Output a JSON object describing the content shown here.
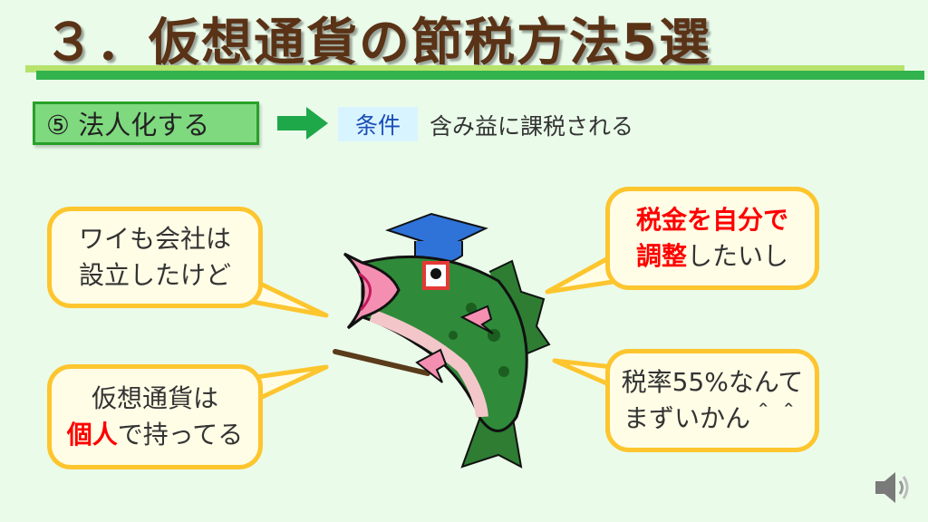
{
  "slide": {
    "title": "３．仮想通貨の節税方法5選"
  },
  "section": {
    "label": "⑤ 法人化する",
    "condition_label": "条件",
    "condition_text": "含み益に課税される"
  },
  "bubbles": {
    "top_left": {
      "line1": "ワイも会社は",
      "line2": "設立したけど"
    },
    "bottom_left": {
      "line1": "仮想通貨は",
      "line2_red": "個人",
      "line2_rest": "で持ってる"
    },
    "top_right": {
      "line1_red": "税金を自分で",
      "line2_red": "調整",
      "line2_rest": "したいし"
    },
    "bottom_right": {
      "line1": "税率55%なんて",
      "line2": "まずいかん＾＾"
    }
  },
  "icons": {
    "arrow": "right-arrow-icon",
    "speaker": "speaker-icon",
    "fish": "bass-fish-illustration"
  },
  "colors": {
    "title": "#5a3216",
    "accent_green": "#33b34d",
    "bubble_border": "#fdc52e",
    "emphasis_red": "#ff0000"
  }
}
